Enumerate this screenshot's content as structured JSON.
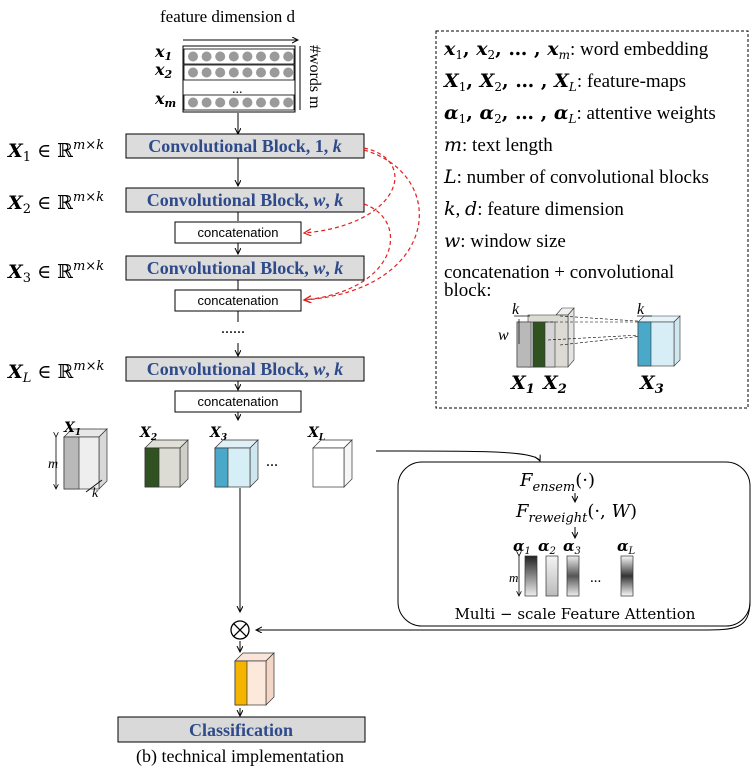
{
  "feature_matrix": {
    "top_label": "feature dimension d",
    "side_label": "#words m",
    "rows": [
      "x1",
      "x2",
      "...",
      "xm"
    ],
    "row_ellipsis": "..."
  },
  "blocks": [
    {
      "feature_label": "X1 ∈ ℝ^{m×k}",
      "label": "Convolutional Block, 1, k"
    },
    {
      "feature_label": "X2 ∈ ℝ^{m×k}",
      "label": "Convolutional Block, w, k"
    },
    {
      "feature_label": "X3 ∈ ℝ^{m×k}",
      "label": "Convolutional Block, w, k"
    },
    {
      "feature_label": "XL ∈ ℝ^{m×k}",
      "label": "Convolutional Block, w, k"
    }
  ],
  "concat_label": "concatenation",
  "dots": "......",
  "feature_maps": {
    "labels": [
      "X1",
      "X2",
      "X3",
      "XL"
    ],
    "dim_m": "m",
    "dim_k": "k",
    "ellipsis": "...",
    "colors": [
      "#b9b9b9",
      "#2f5220",
      "#4aa8c8",
      "#ffffff"
    ]
  },
  "legend": {
    "items": [
      "x1, x2, ..., xm: word embedding",
      "X1, X2, ..., XL: feature-maps",
      "α1, α2, ..., αL: attentive weights",
      "m: text length",
      "L: number of convolutional blocks",
      "k, d: feature dimension",
      "w: window size",
      "concatenation + convolutional block:"
    ],
    "illus_labels": [
      "k",
      "w",
      "k",
      "X1",
      "X2",
      "X3"
    ]
  },
  "attention": {
    "ensem": "F_ensem(·)",
    "reweight": "F_reweight(·, W)",
    "alphas": [
      "α1",
      "α2",
      "α3",
      "αL"
    ],
    "dim_m": "m",
    "ellipsis": "...",
    "caption": "Multi − scale Feature Attention"
  },
  "multiply_symbol": "⊗",
  "classification": "Classification",
  "caption": "(b) technical implementation"
}
